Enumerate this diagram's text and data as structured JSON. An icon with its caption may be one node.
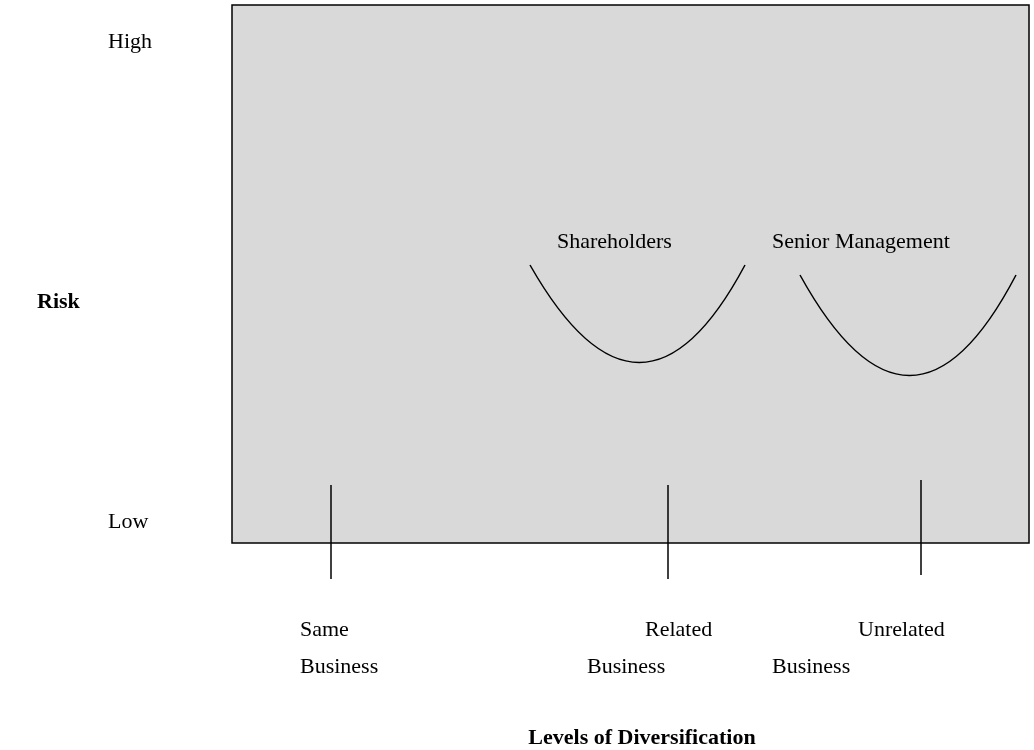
{
  "diagram": {
    "labels": [
      "High",
      "Shareholders",
      "Senior Management",
      "Risk",
      "Low",
      "Same Business",
      "Related Business",
      "Unrelated Business",
      "Levels of Diversification"
    ]
  }
}
